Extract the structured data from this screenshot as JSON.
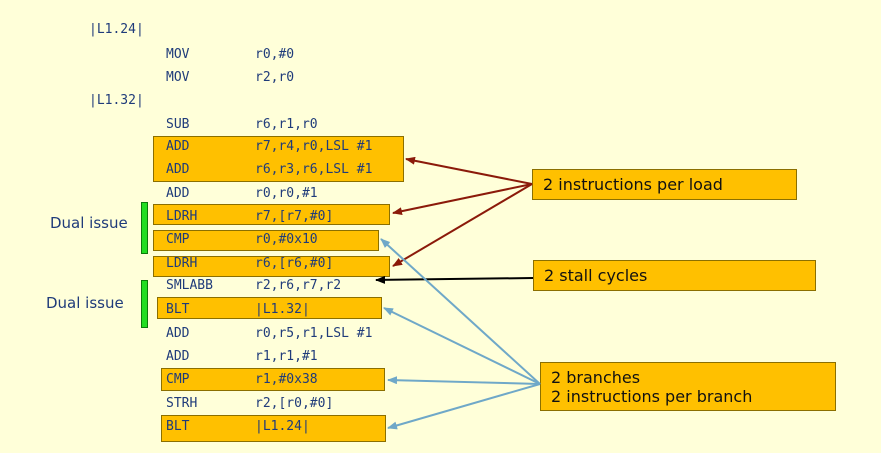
{
  "code_lines": [
    {
      "label": "|L1.24|"
    },
    {
      "op": "MOV",
      "args": "r0,#0"
    },
    {
      "op": "MOV",
      "args": "r2,r0"
    },
    {
      "label": "|L1.32|"
    },
    {
      "op": "SUB",
      "args": "r6,r1,r0"
    },
    {
      "op": "ADD",
      "args": "r7,r4,r0,LSL #1"
    },
    {
      "op": "ADD",
      "args": "r6,r3,r6,LSL #1"
    },
    {
      "op": "ADD",
      "args": "r0,r0,#1"
    },
    {
      "op": "LDRH",
      "args": "r7,[r7,#0]"
    },
    {
      "op": "CMP",
      "args": "r0,#0x10"
    },
    {
      "op": "LDRH",
      "args": "r6,[r6,#0]"
    },
    {
      "op": "SMLABB",
      "args": "r2,r6,r7,r2"
    },
    {
      "op": "BLT",
      "args": "|L1.32|"
    },
    {
      "op": "ADD",
      "args": "r0,r5,r1,LSL #1"
    },
    {
      "op": "ADD",
      "args": "r1,r1,#1"
    },
    {
      "op": "CMP",
      "args": "r1,#0x38"
    },
    {
      "op": "STRH",
      "args": "r2,[r0,#0]"
    },
    {
      "op": "BLT",
      "args": "|L1.24|"
    }
  ],
  "annotations": {
    "dual_issue_1": "Dual issue",
    "dual_issue_2": "Dual issue",
    "callout_load": "2 instructions per load",
    "callout_stall": "2 stall cycles",
    "callout_branch_line1": "2 branches",
    "callout_branch_line2": "2 instructions per branch"
  },
  "colors": {
    "background": "#ffffd9",
    "highlight": "#ffc000",
    "code_text": "#1f3b7a",
    "dual_bar": "#22dd22",
    "load_arrow": "#8b1a0a",
    "stall_arrow": "#000000",
    "branch_arrow": "#6fa8c8"
  }
}
